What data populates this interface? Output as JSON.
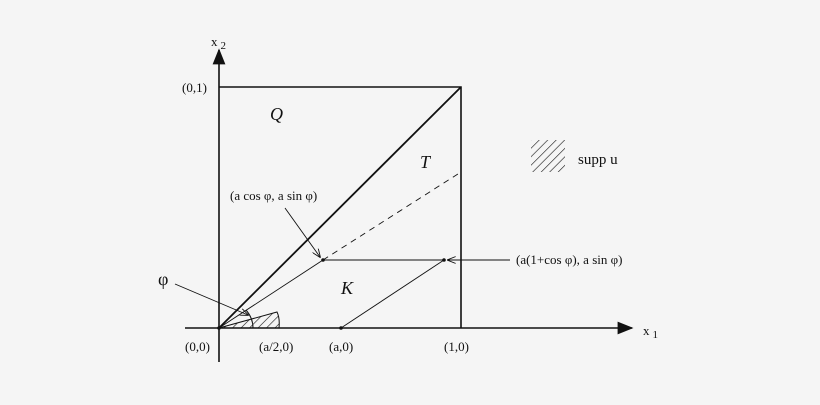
{
  "axes": {
    "x_label": "x",
    "x_sub": "1",
    "y_label": "x",
    "y_sub": "2"
  },
  "points": {
    "origin": "(0,0)",
    "half_a": "(a/2,0)",
    "a": "(a,0)",
    "one_zero": "(1,0)",
    "zero_one": "(0,1)",
    "polar_point": "(a cos  φ, a sin  φ)",
    "shifted_point": "(a(1+cos  φ), a sin  φ)"
  },
  "regions": {
    "Q": "Q",
    "T": "T",
    "K": "K"
  },
  "angle_label": "φ",
  "legend": {
    "label": "supp u"
  },
  "colors": {
    "line": "#111111",
    "background": "#f5f5f5"
  }
}
